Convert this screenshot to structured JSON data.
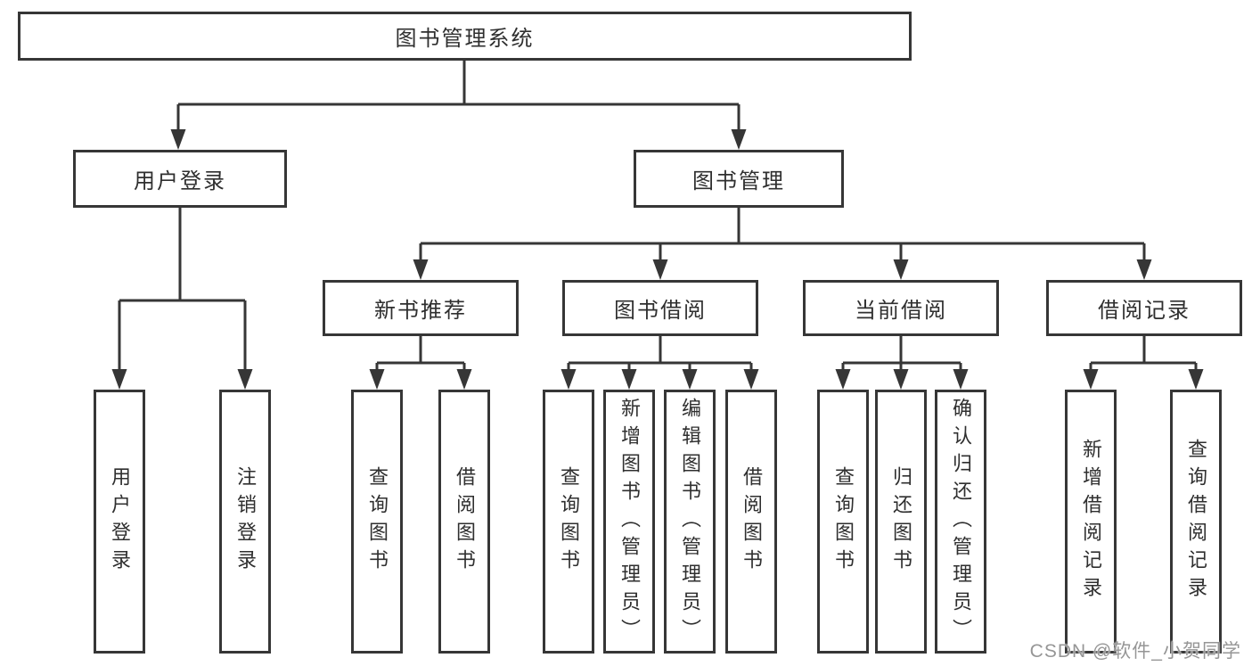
{
  "diagram": {
    "root": {
      "label": "图书管理系统"
    },
    "level2": [
      {
        "label": "用户登录"
      },
      {
        "label": "图书管理"
      }
    ],
    "level3": [
      {
        "label": "新书推荐"
      },
      {
        "label": "图书借阅"
      },
      {
        "label": "当前借阅"
      },
      {
        "label": "借阅记录"
      }
    ],
    "leaves": {
      "user": [
        "用户登录",
        "注销登录"
      ],
      "recommend": [
        "查询图书",
        "借阅图书"
      ],
      "borrow": [
        "查询图书",
        "新增图书（管理员）",
        "编辑图书（管理员）",
        "借阅图书"
      ],
      "current": [
        "查询图书",
        "归还图书",
        "确认归还（管理员）"
      ],
      "records": [
        "新增借阅记录",
        "查询借阅记录"
      ]
    }
  },
  "watermark": "CSDN @软件_小贺同学",
  "colors": {
    "line": "#363636",
    "text": "#2f2f2f",
    "background": "#ffffff",
    "watermark": "#969696"
  }
}
